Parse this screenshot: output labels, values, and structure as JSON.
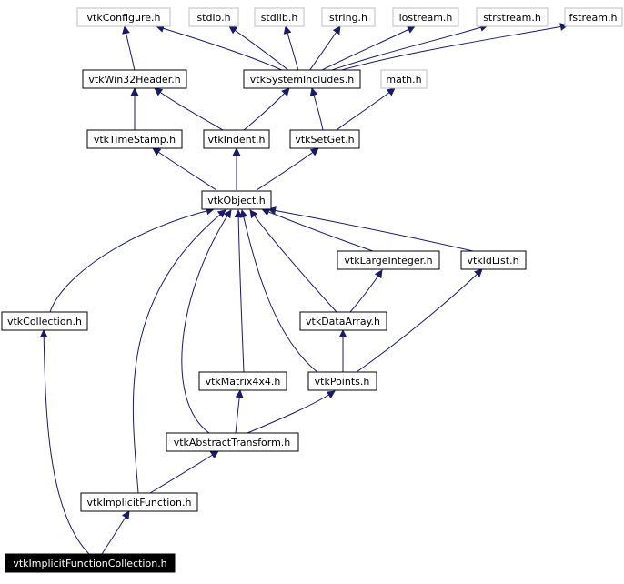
{
  "colors": {
    "edge": "#191970",
    "border_solid": "#000000",
    "border_external": "#bfbfbf",
    "fill": "#ffffff",
    "highlight_fill": "#000000",
    "highlight_text": "#ffffff"
  },
  "nodes": [
    {
      "id": "vtkConfigure",
      "label": "vtkConfigure.h",
      "kind": "external"
    },
    {
      "id": "stdio",
      "label": "stdio.h",
      "kind": "external"
    },
    {
      "id": "stdlib",
      "label": "stdlib.h",
      "kind": "external"
    },
    {
      "id": "string",
      "label": "string.h",
      "kind": "external"
    },
    {
      "id": "iostream",
      "label": "iostream.h",
      "kind": "external"
    },
    {
      "id": "strstream",
      "label": "strstream.h",
      "kind": "external"
    },
    {
      "id": "fstream",
      "label": "fstream.h",
      "kind": "external"
    },
    {
      "id": "vtkWin32Header",
      "label": "vtkWin32Header.h",
      "kind": "normal"
    },
    {
      "id": "vtkSystemIncludes",
      "label": "vtkSystemIncludes.h",
      "kind": "normal"
    },
    {
      "id": "math",
      "label": "math.h",
      "kind": "external"
    },
    {
      "id": "vtkTimeStamp",
      "label": "vtkTimeStamp.h",
      "kind": "normal"
    },
    {
      "id": "vtkIndent",
      "label": "vtkIndent.h",
      "kind": "normal"
    },
    {
      "id": "vtkSetGet",
      "label": "vtkSetGet.h",
      "kind": "normal"
    },
    {
      "id": "vtkObject",
      "label": "vtkObject.h",
      "kind": "normal"
    },
    {
      "id": "vtkLargeInteger",
      "label": "vtkLargeInteger.h",
      "kind": "normal"
    },
    {
      "id": "vtkIdList",
      "label": "vtkIdList.h",
      "kind": "normal"
    },
    {
      "id": "vtkCollection",
      "label": "vtkCollection.h",
      "kind": "normal"
    },
    {
      "id": "vtkDataArray",
      "label": "vtkDataArray.h",
      "kind": "normal"
    },
    {
      "id": "vtkMatrix4x4",
      "label": "vtkMatrix4x4.h",
      "kind": "normal"
    },
    {
      "id": "vtkPoints",
      "label": "vtkPoints.h",
      "kind": "normal"
    },
    {
      "id": "vtkAbstractTransform",
      "label": "vtkAbstractTransform.h",
      "kind": "normal"
    },
    {
      "id": "vtkImplicitFunction",
      "label": "vtkImplicitFunction.h",
      "kind": "normal"
    },
    {
      "id": "vtkImplicitFunctionCollection",
      "label": "vtkImplicitFunctionCollection.h",
      "kind": "current"
    }
  ],
  "edges": [
    {
      "from": "vtkWin32Header",
      "to": "vtkConfigure"
    },
    {
      "from": "vtkSystemIncludes",
      "to": "vtkConfigure"
    },
    {
      "from": "vtkSystemIncludes",
      "to": "stdio"
    },
    {
      "from": "vtkSystemIncludes",
      "to": "stdlib"
    },
    {
      "from": "vtkSystemIncludes",
      "to": "string"
    },
    {
      "from": "vtkSystemIncludes",
      "to": "iostream"
    },
    {
      "from": "vtkSystemIncludes",
      "to": "strstream"
    },
    {
      "from": "vtkSystemIncludes",
      "to": "fstream"
    },
    {
      "from": "vtkTimeStamp",
      "to": "vtkWin32Header"
    },
    {
      "from": "vtkIndent",
      "to": "vtkWin32Header"
    },
    {
      "from": "vtkIndent",
      "to": "vtkSystemIncludes"
    },
    {
      "from": "vtkSetGet",
      "to": "vtkSystemIncludes"
    },
    {
      "from": "vtkSetGet",
      "to": "math"
    },
    {
      "from": "vtkObject",
      "to": "vtkTimeStamp"
    },
    {
      "from": "vtkObject",
      "to": "vtkIndent"
    },
    {
      "from": "vtkObject",
      "to": "vtkSetGet"
    },
    {
      "from": "vtkLargeInteger",
      "to": "vtkObject"
    },
    {
      "from": "vtkIdList",
      "to": "vtkObject"
    },
    {
      "from": "vtkCollection",
      "to": "vtkObject"
    },
    {
      "from": "vtkDataArray",
      "to": "vtkObject"
    },
    {
      "from": "vtkDataArray",
      "to": "vtkLargeInteger"
    },
    {
      "from": "vtkMatrix4x4",
      "to": "vtkObject"
    },
    {
      "from": "vtkPoints",
      "to": "vtkObject"
    },
    {
      "from": "vtkPoints",
      "to": "vtkDataArray"
    },
    {
      "from": "vtkPoints",
      "to": "vtkIdList"
    },
    {
      "from": "vtkAbstractTransform",
      "to": "vtkObject"
    },
    {
      "from": "vtkAbstractTransform",
      "to": "vtkMatrix4x4"
    },
    {
      "from": "vtkAbstractTransform",
      "to": "vtkPoints"
    },
    {
      "from": "vtkImplicitFunction",
      "to": "vtkObject"
    },
    {
      "from": "vtkImplicitFunction",
      "to": "vtkAbstractTransform"
    },
    {
      "from": "vtkImplicitFunctionCollection",
      "to": "vtkCollection"
    },
    {
      "from": "vtkImplicitFunctionCollection",
      "to": "vtkImplicitFunction"
    }
  ]
}
